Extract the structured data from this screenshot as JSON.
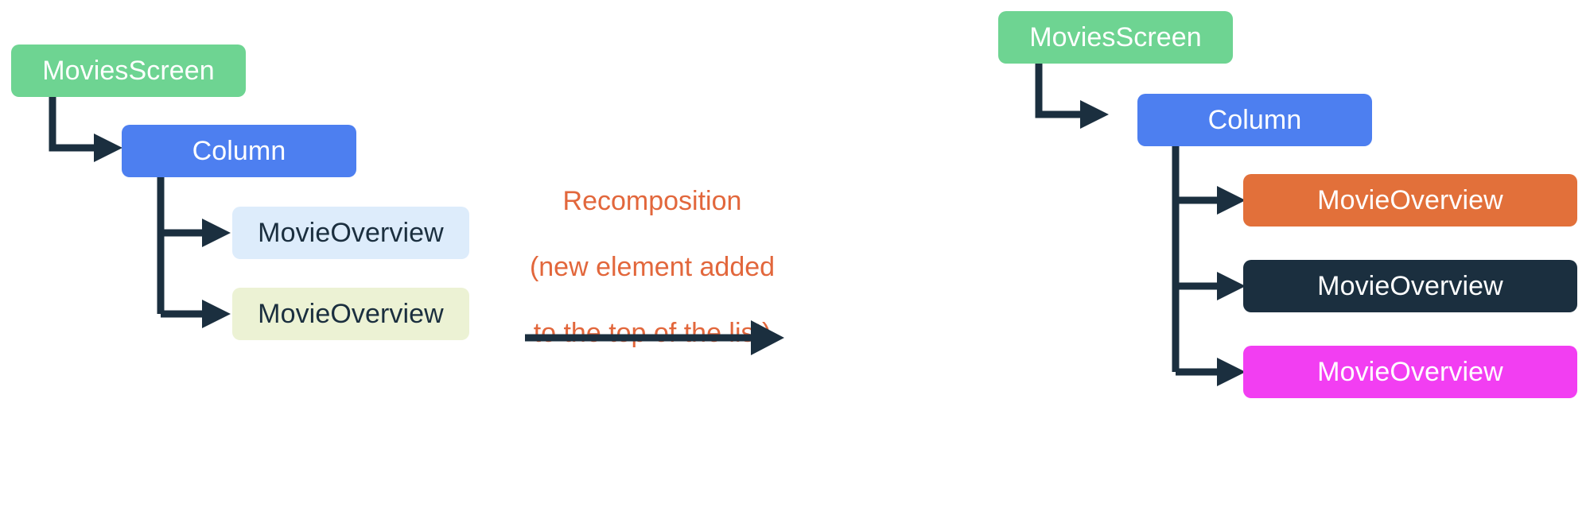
{
  "diagram": {
    "title_text": "Recomposition (new element added to the top of the list)",
    "palette": {
      "green": "#6ed492",
      "blue": "#4d7ff0",
      "pale_blue": "#ddecfb",
      "pale_yellow_green": "#ecf2d4",
      "orange_box": "#e2703a",
      "dark_navy": "#1b2f3f",
      "magenta": "#f23ef2",
      "connector": "#1b2f3f",
      "caption_orange": "#e2673c",
      "white_text": "#ffffff",
      "dark_text": "#1b2f3f"
    },
    "before": {
      "root": {
        "label": "MoviesScreen"
      },
      "column": {
        "label": "Column"
      },
      "children": [
        {
          "label": "MovieOverview",
          "variant": "pale-blue"
        },
        {
          "label": "MovieOverview",
          "variant": "pale-yellow-green"
        }
      ]
    },
    "transition": {
      "caption_line_1": "Recomposition",
      "caption_line_2": "(new element added",
      "caption_line_3": "to the top of the list)",
      "arrow_name": "recomposition-arrow"
    },
    "after": {
      "root": {
        "label": "MoviesScreen"
      },
      "column": {
        "label": "Column"
      },
      "children": [
        {
          "label": "MovieOverview",
          "variant": "orange"
        },
        {
          "label": "MovieOverview",
          "variant": "dark-navy"
        },
        {
          "label": "MovieOverview",
          "variant": "magenta"
        }
      ]
    }
  }
}
